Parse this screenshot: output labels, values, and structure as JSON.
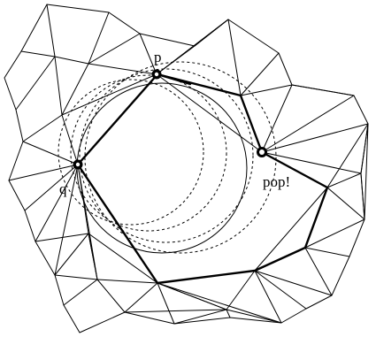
{
  "labels": {
    "p": "p",
    "q": "q",
    "pop": "pop!"
  }
}
